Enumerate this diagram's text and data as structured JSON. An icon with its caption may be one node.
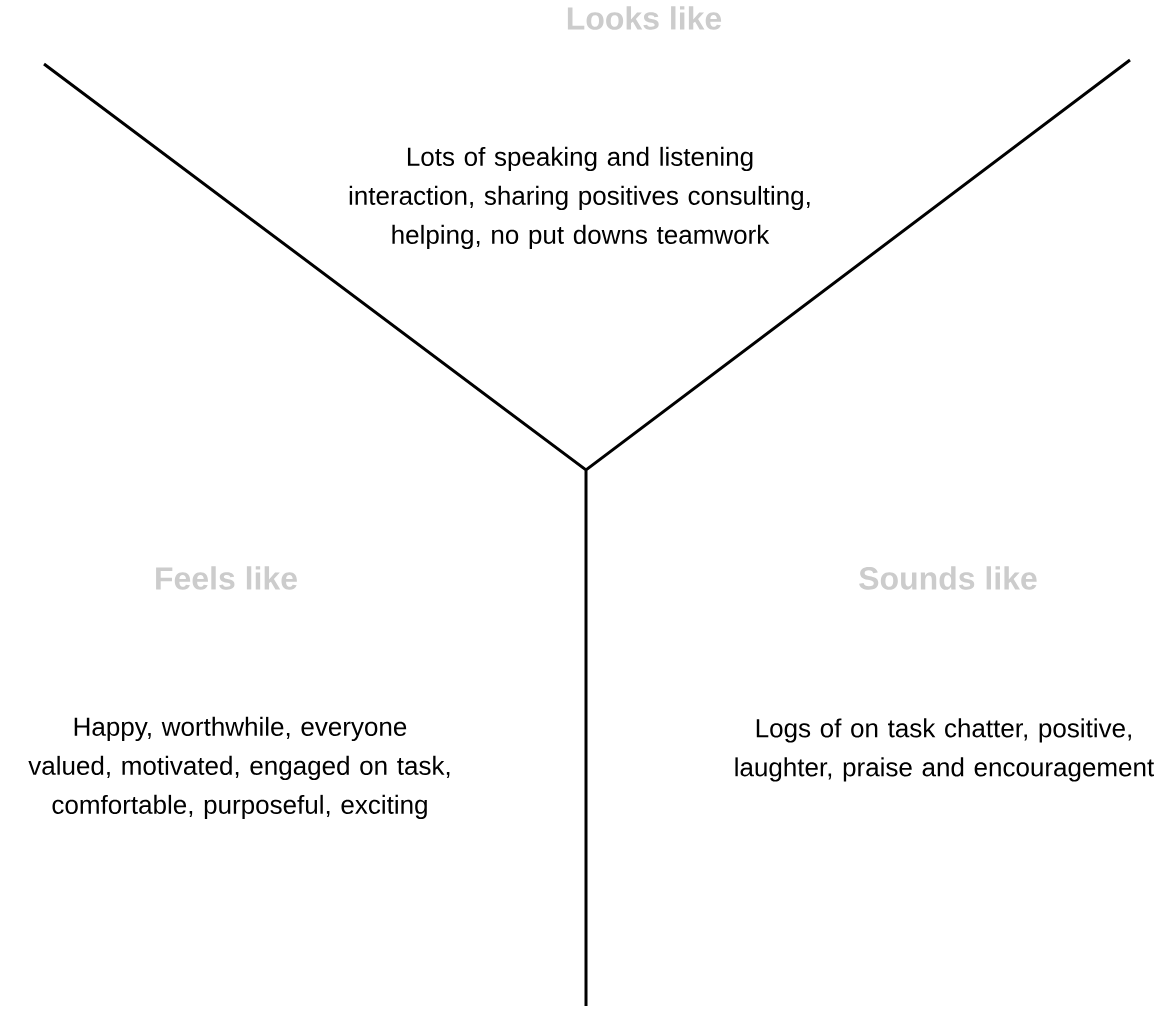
{
  "diagram": {
    "labels": [
      "Looks like",
      "Lots of speaking and listening interaction, sharing positives consulting, helping, no put downs teamwork",
      "Feels like",
      "Sounds like",
      "Happy, worthwhile, everyone valued, motivated, engaged on task, comfortable, purposeful, exciting",
      "Logs of on task chatter, positive, laughter, praise and encouragement"
    ]
  }
}
